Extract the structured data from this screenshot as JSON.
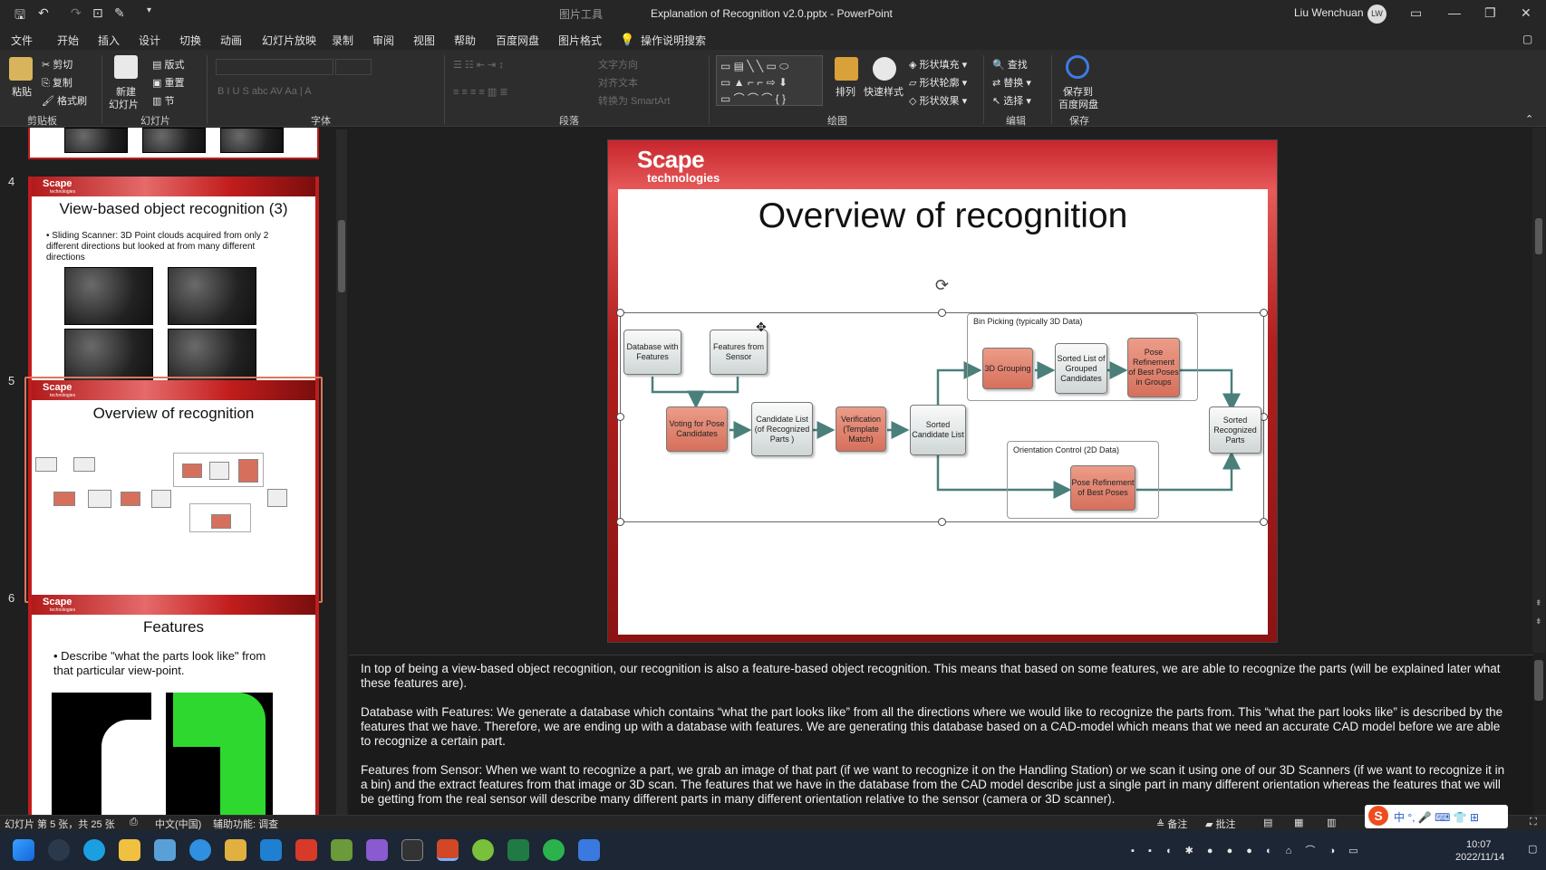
{
  "window": {
    "title": "Explanation of Recognition v2.0.pptx  -  PowerPoint",
    "context_tab": "图片工具",
    "user": "Liu Wenchuan",
    "user_initials": "LW"
  },
  "tabs": [
    "文件",
    "开始",
    "插入",
    "设计",
    "切换",
    "动画",
    "幻灯片放映",
    "录制",
    "审阅",
    "视图",
    "帮助",
    "百度网盘",
    "图片格式"
  ],
  "active_tab": "开始",
  "tell_me": "操作说明搜索",
  "ribbon": {
    "clipboard": {
      "paste": "粘贴",
      "cut": "剪切",
      "copy": "复制",
      "format_painter": "格式刷",
      "group": "剪贴板"
    },
    "slides": {
      "new_slide_1": "新建",
      "new_slide_2": "幻灯片",
      "layout": "版式",
      "reset": "重置",
      "section": "节",
      "group": "幻灯片"
    },
    "font": {
      "group": "字体"
    },
    "paragraph": {
      "group": "段落",
      "text_direction": "文字方向",
      "align_text": "对齐文本",
      "smartart": "转换为 SmartArt"
    },
    "drawing": {
      "arrange": "排列",
      "quick_styles": "快速样式",
      "shape_fill": "形状填充",
      "shape_outline": "形状轮廓",
      "shape_effects": "形状效果",
      "group": "绘图"
    },
    "editing": {
      "find": "查找",
      "replace": "替换",
      "select": "选择",
      "group": "编辑"
    },
    "save": {
      "save_1": "保存到",
      "save_2": "百度网盘",
      "group": "保存"
    }
  },
  "thumbnails": [
    {
      "num": "4",
      "title": "View-based object recognition (3)",
      "bullet": "Sliding Scanner: 3D Point clouds acquired from only 2 different directions but looked at from many different directions"
    },
    {
      "num": "5",
      "title": "Overview of recognition"
    },
    {
      "num": "6",
      "title": "Features",
      "bullet": "Describe \"what the parts look like\" from that particular view-point."
    }
  ],
  "slide": {
    "brand": "Scape",
    "brand_sub": "technologies",
    "title": "Overview of recognition",
    "diagram": {
      "db": "Database with Features",
      "sensor": "Features from Sensor",
      "voting": "Voting for Pose Candidates",
      "candidate": "Candidate List (of Recognized Parts )",
      "verification": "Verification (Template Match)",
      "sorted_candidate": "Sorted Candidate List",
      "bin_region": "Bin Picking (typically 3D Data)",
      "grouping": "3D Grouping",
      "sorted_grouped": "Sorted List of Grouped Candidates",
      "pose_ref_groups": "Pose Refinement of Best Poses in Groups",
      "orient_region": "Orientation Control (2D Data)",
      "pose_ref_best": "Pose Refinement of Best Poses",
      "sorted_recognized": "Sorted Recognized Parts"
    }
  },
  "notes": [
    "In top of being a view-based object recognition, our recognition is also a feature-based object recognition. This means that based on some features, we are able to recognize the parts (will be explained later what these features are).",
    "Database with Features: We generate a database which contains “what the part looks like” from all the directions where we would like to recognize the parts from. This “what the part looks like” is described by the features that we have. Therefore, we are ending up with a database with features. We are generating this database based on a CAD-model which means that we need an accurate CAD model before we are able to recognize a certain part.",
    "Features from Sensor: When we want to recognize a part, we grab an image of that part (if we want to recognize it on the Handling Station) or we scan it using one of our 3D Scanners (if we want to recognize it in a bin) and the extract features from that image or 3D scan. The features that we have in the database from the CAD model describe just a single part in many different orientation whereas the features that we will be getting from the real sensor will describe many different parts in many different orientation relative to the sensor (camera or 3D scanner)."
  ],
  "status": {
    "slide_info": "幻灯片 第 5 张，共 25 张",
    "language": "中文(中国)",
    "accessibility": "辅助功能: 调查",
    "notes": "备注",
    "comments": "批注"
  },
  "taskbar": {
    "time": "10:07",
    "date": "2022/11/14"
  },
  "colors": {
    "accent_red": "#c7262d",
    "box_red": "#d6705c",
    "dark_bg": "#1f1f1f"
  }
}
